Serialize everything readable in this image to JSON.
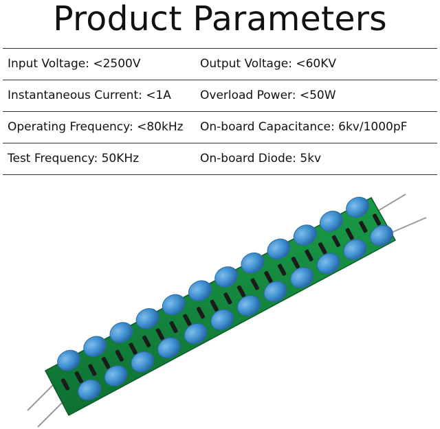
{
  "title": "Product Parameters",
  "parameters": [
    {
      "left": "Input Voltage: <2500V",
      "right": "Output Voltage: <60KV"
    },
    {
      "left": "Instantaneous Current: <1A",
      "right": "Overload Power: <50W"
    },
    {
      "left": "Operating Frequency: <80kHz",
      "right": "On-board Capacitance: 6kv/1000pF"
    },
    {
      "left": "Test Frequency: 50KHz",
      "right": "On-board Diode: 5kv"
    }
  ],
  "product_image": {
    "description_icon": "voltage-multiplier-board-image",
    "board_color": "#138a3e",
    "capacitor_color": "#3f8fd0"
  }
}
